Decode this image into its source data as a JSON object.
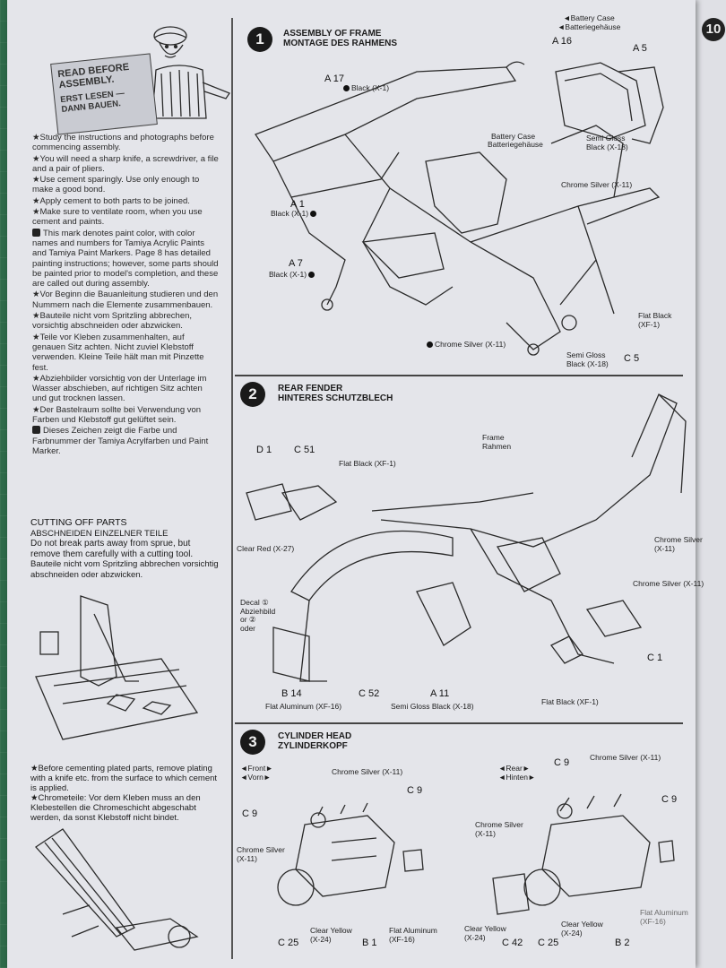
{
  "page_number": "10",
  "read_before": {
    "en": "READ BEFORE ASSEMBLY.",
    "de": "ERST LESEN — DANN BAUEN."
  },
  "instructions": [
    "★Study the instructions and photographs before commencing assembly.",
    "★You will need a sharp knife, a screwdriver, a file and a pair of pliers.",
    "★Use cement sparingly. Use only enough to make a good bond.",
    "★Apply cement to both parts to be joined.",
    "★Make sure to ventilate room, when you use cement and paints.",
    "This mark denotes paint color, with color names and numbers for Tamiya Acrylic Paints and Tamiya Paint Markers. Page 8 has detailed painting instructions; however, some parts should be painted prior to model's completion, and these are called out during assembly.",
    "★Vor Beginn die Bauanleitung studieren und den Nummern nach die Elemente zusammenbauen.",
    "★Bauteile nicht vom Spritzling abbrechen, vorsichtig abschneiden oder abzwicken.",
    "★Teile vor Kleben zusammenhalten, auf genauen Sitz achten. Nicht zuviel Klebstoff verwenden. Kleine Teile hält man mit Pinzette fest.",
    "★Abziehbilder vorsichtig von der Unterlage im Wasser abschieben, auf richtigen Sitz achten und gut trocknen lassen.",
    "★Der Bastelraum sollte bei Verwendung von Farben und Klebstoff gut gelüftet sein.",
    "Dieses Zeichen zeigt die Farbe und Farbnummer der Tamiya Acrylfarben und Paint Marker."
  ],
  "cutting": {
    "title": "CUTTING OFF PARTS",
    "subtitle": "ABSCHNEIDEN EINZELNER TEILE",
    "en": "Do not break parts away from sprue, but remove them carefully with a cutting tool.",
    "de": "Bauteile nicht vom Spritzling abbrechen vorsichtig abschneiden oder abzwicken."
  },
  "plated": {
    "en": "★Before cementing plated parts, remove plating with a knife etc. from the surface to which cement is applied.",
    "de": "★Chrometeile: Vor dem Kleben muss an den Klebestellen die Chromeschicht abgeschabt werden, da sonst Klebstoff nicht bindet."
  },
  "steps": [
    {
      "num": "1",
      "title_en": "ASSEMBLY OF FRAME",
      "title_de": "MONTAGE DES RAHMENS"
    },
    {
      "num": "2",
      "title_en": "REAR FENDER",
      "title_de": "HINTERES SCHUTZBLECH"
    },
    {
      "num": "3",
      "title_en": "CYLINDER HEAD",
      "title_de": "ZYLINDERKOPF"
    }
  ],
  "step1": {
    "battery_case_top": "◄Battery Case ◄Batteriegehäuse",
    "a16": "A 16",
    "a5": "A 5",
    "a17": "A 17",
    "a1": "A 1",
    "a7": "A 7",
    "c5": "C 5",
    "black1": "Black (X-1)",
    "black2": "Black (X-1)",
    "black3": "Black (X-1)",
    "battery_case": "Battery Case",
    "battery_case_de": "Batteriegehäuse",
    "semi_gloss_top": "Semi Gloss",
    "semi_gloss_top2": "Black (X-18)",
    "chrome_silver_top": "Chrome Silver (X-11)",
    "chrome_silver_bottom": "Chrome Silver (X-11)",
    "semi_gloss_bottom": "Semi Gloss",
    "semi_gloss_bottom2": "Black (X-18)",
    "flat_black": "Flat Black",
    "flat_black2": "(XF-1)"
  },
  "step2": {
    "d1": "D 1",
    "c51": "C 51",
    "flat_black_top": "Flat Black (XF-1)",
    "clear_red": "Clear Red (X-27)",
    "frame": "Frame",
    "frame_de": "Rahmen",
    "chrome_silver_r1": "Chrome Silver",
    "chrome_silver_r1b": "(X-11)",
    "chrome_silver_r2": "Chrome Silver (X-11)",
    "decal1": "Decal ①",
    "decal2": "Abziehbild",
    "decal3": "or ②",
    "decal4": "oder",
    "c1": "C 1",
    "b14": "B 14",
    "c52": "C 52",
    "a11": "A 11",
    "flat_aluminum": "Flat Aluminum (XF-16)",
    "semi_gloss": "Semi Gloss Black (X-18)",
    "flat_black_bottom": "Flat Black (XF-1)"
  },
  "step3": {
    "front": "◄Front►",
    "front_de": "◄Vorn►",
    "rear": "◄Rear►",
    "rear_de": "◄Hinten►",
    "cs_f_top": "Chrome Silver (X-11)",
    "c9_f1": "C 9",
    "c9_f2": "C 9",
    "cs_f_left": "Chrome Silver",
    "cs_f_left2": "(X-11)",
    "c25_f": "C 25",
    "clear_yellow_f": "Clear Yellow",
    "clear_yellow_f2": "(X-24)",
    "b1": "B 1",
    "flat_alu_f": "Flat Aluminum",
    "flat_alu_f2": "(XF-16)",
    "c9_r1": "C 9",
    "c9_r2": "C 9",
    "cs_r_top": "Chrome Silver (X-11)",
    "cs_r_left": "Chrome Silver",
    "cs_r_left2": "(X-11)",
    "clear_yellow_r1": "Clear Yellow",
    "clear_yellow_r1b": "(X-24)",
    "clear_yellow_r2": "Clear Yellow",
    "clear_yellow_r2b": "(X-24)",
    "c42": "C 42",
    "c25_r": "C 25",
    "b2": "B 2",
    "flat_alu_r": "Flat Aluminum",
    "flat_alu_r2": "(XF-16)"
  }
}
